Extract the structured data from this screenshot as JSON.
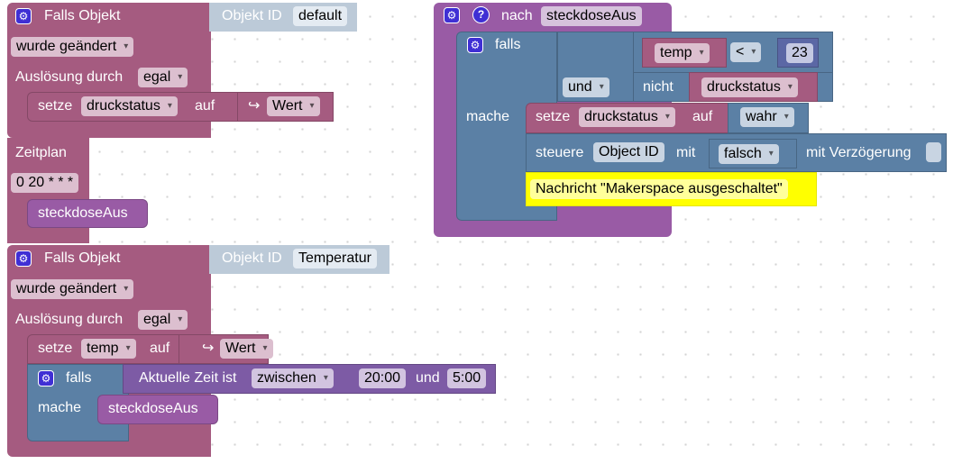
{
  "blocks": {
    "trigger1": {
      "title": "Falls Objekt",
      "object_label": "Objekt ID",
      "object_value": "default",
      "condition": "wurde geändert",
      "trigger_label": "Auslösung durch",
      "trigger_value": "egal",
      "set": {
        "label": "setze",
        "variable": "druckstatus",
        "to_label": "auf",
        "value_arrow": "↪",
        "value": "Wert"
      }
    },
    "schedule": {
      "title": "Zeitplan",
      "cron": "0 20 * * *",
      "call": "steckdoseAus"
    },
    "trigger2": {
      "title": "Falls Objekt",
      "object_label": "Objekt ID",
      "object_value": "Temperatur",
      "condition": "wurde geändert",
      "trigger_label": "Auslösung durch",
      "trigger_value": "egal",
      "set": {
        "label": "setze",
        "variable": "temp",
        "to_label": "auf",
        "value_arrow": "↪",
        "value": "Wert"
      },
      "if": {
        "label": "falls",
        "time_label": "Aktuelle Zeit ist",
        "time_mode": "zwischen",
        "from": "20:00",
        "and_label": "und",
        "to": "5:00",
        "do_label": "mache",
        "call": "steckdoseAus"
      }
    },
    "procedure": {
      "title": "nach",
      "name": "steckdoseAus",
      "if": {
        "label": "falls",
        "compare_var": "temp",
        "operator": "<",
        "compare_value": "23",
        "logic_op": "und",
        "not_label": "nicht",
        "not_var": "druckstatus",
        "do_label": "mache",
        "set": {
          "label": "setze",
          "variable": "druckstatus",
          "to_label": "auf",
          "value": "wahr"
        },
        "control": {
          "label": "steuere",
          "object": "Object ID",
          "with_label": "mit",
          "value": "falsch",
          "delay_label": "mit Verzögerung"
        },
        "comment": "Nachricht \"Makerspace ausgeschaltet\""
      }
    }
  },
  "icons": {
    "gear": "⚙",
    "help": "?"
  }
}
